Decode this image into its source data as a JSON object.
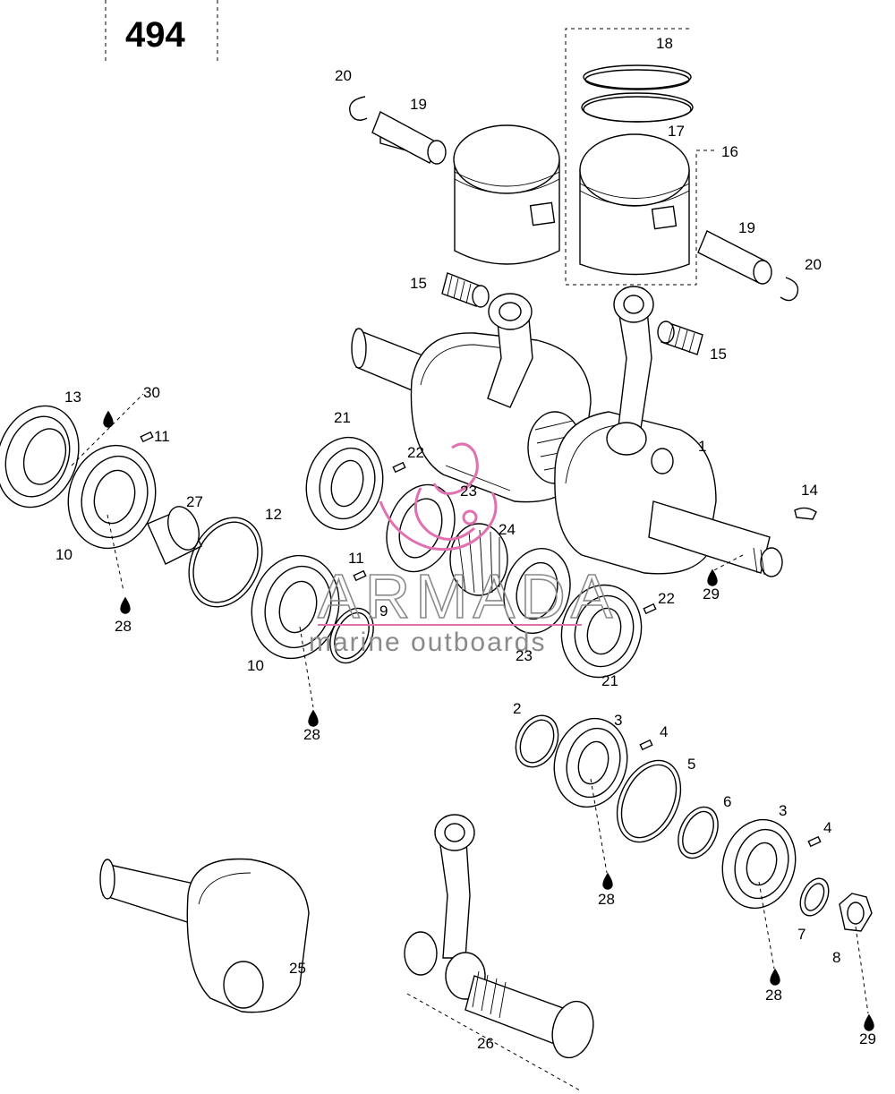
{
  "title": "494",
  "watermark": {
    "brand": "ARMADA",
    "tagline": "marine outboards",
    "color": "#e070b0"
  },
  "callouts": [
    {
      "id": "c18",
      "text": "18"
    },
    {
      "id": "c20a",
      "text": "20"
    },
    {
      "id": "c19a",
      "text": "19"
    },
    {
      "id": "c17",
      "text": "17"
    },
    {
      "id": "c16",
      "text": "16"
    },
    {
      "id": "c19b",
      "text": "19"
    },
    {
      "id": "c20b",
      "text": "20"
    },
    {
      "id": "c15a",
      "text": "15"
    },
    {
      "id": "c15b",
      "text": "15"
    },
    {
      "id": "c13",
      "text": "13"
    },
    {
      "id": "c30",
      "text": "30"
    },
    {
      "id": "c11a",
      "text": "11"
    },
    {
      "id": "c21a",
      "text": "21"
    },
    {
      "id": "c22a",
      "text": "22"
    },
    {
      "id": "c23a",
      "text": "23"
    },
    {
      "id": "c1",
      "text": "1"
    },
    {
      "id": "c14",
      "text": "14"
    },
    {
      "id": "c27",
      "text": "27"
    },
    {
      "id": "c12",
      "text": "12"
    },
    {
      "id": "c24",
      "text": "24"
    },
    {
      "id": "c10a",
      "text": "10"
    },
    {
      "id": "c28a",
      "text": "28"
    },
    {
      "id": "c11b",
      "text": "11"
    },
    {
      "id": "c9",
      "text": "9"
    },
    {
      "id": "c29a",
      "text": "29"
    },
    {
      "id": "c22b",
      "text": "22"
    },
    {
      "id": "c10b",
      "text": "10"
    },
    {
      "id": "c23b",
      "text": "23"
    },
    {
      "id": "c21b",
      "text": "21"
    },
    {
      "id": "c28b",
      "text": "28"
    },
    {
      "id": "c2",
      "text": "2"
    },
    {
      "id": "c3a",
      "text": "3"
    },
    {
      "id": "c4a",
      "text": "4"
    },
    {
      "id": "c5",
      "text": "5"
    },
    {
      "id": "c6",
      "text": "6"
    },
    {
      "id": "c3b",
      "text": "3"
    },
    {
      "id": "c4b",
      "text": "4"
    },
    {
      "id": "c28c",
      "text": "28"
    },
    {
      "id": "c25",
      "text": "25"
    },
    {
      "id": "c7",
      "text": "7"
    },
    {
      "id": "c8",
      "text": "8"
    },
    {
      "id": "c28d",
      "text": "28"
    },
    {
      "id": "c26",
      "text": "26"
    },
    {
      "id": "c29b",
      "text": "29"
    }
  ]
}
